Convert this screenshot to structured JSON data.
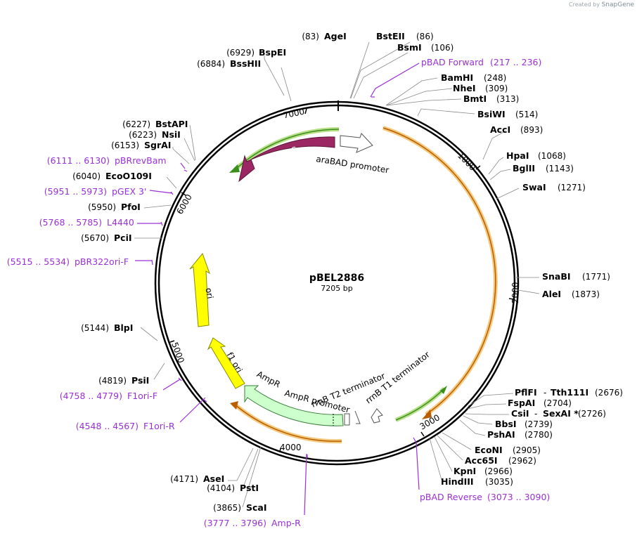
{
  "credit": {
    "prefix": "Created by",
    "brand": "SnapGene"
  },
  "plasmid": {
    "name": "pBEL2886",
    "size_label": "7205 bp",
    "length": 7205
  },
  "ring_ticks": [
    {
      "label": "1000",
      "bp": 1000
    },
    {
      "label": "2000",
      "bp": 2000
    },
    {
      "label": "3000",
      "bp": 3000
    },
    {
      "label": "4000",
      "bp": 4000
    },
    {
      "label": "5000",
      "bp": 5000
    },
    {
      "label": "6000",
      "bp": 6000
    },
    {
      "label": "7000",
      "bp": 7000
    }
  ],
  "features": [
    {
      "name": "araC",
      "type": "cds",
      "color": "#9b2862"
    },
    {
      "name": "araBAD promoter",
      "type": "promoter",
      "color": "#ffffff"
    },
    {
      "name": "ori",
      "type": "rep_origin",
      "color": "#ffff00"
    },
    {
      "name": "f1 ori",
      "type": "rep_origin",
      "color": "#ffff00"
    },
    {
      "name": "AmpR",
      "type": "cds",
      "color": "#ccffcc"
    },
    {
      "name": "AmpR promoter",
      "type": "promoter",
      "color": "#ffffff"
    },
    {
      "name": "rrnB T2 terminator",
      "type": "terminator",
      "color": "#ffffff"
    },
    {
      "name": "rrnB T1 terminator",
      "type": "terminator",
      "color": "#ffffff"
    }
  ],
  "enzymes": [
    {
      "name": "AgeI",
      "pos": "(83)",
      "side": "left"
    },
    {
      "name": "BstEII",
      "pos": "(86)",
      "side": "right"
    },
    {
      "name": "BsmI",
      "pos": "(106)",
      "side": "right"
    },
    {
      "name": "BspEI",
      "pos": "(6929)",
      "side": "left"
    },
    {
      "name": "BssHII",
      "pos": "(6884)",
      "side": "left"
    },
    {
      "name": "BamHI",
      "pos": "(248)",
      "side": "right"
    },
    {
      "name": "NheI",
      "pos": "(309)",
      "side": "right"
    },
    {
      "name": "BmtI",
      "pos": "(313)",
      "side": "right"
    },
    {
      "name": "BsiWI",
      "pos": "(514)",
      "side": "right"
    },
    {
      "name": "AccI",
      "pos": "(893)",
      "side": "right"
    },
    {
      "name": "HpaI",
      "pos": "(1068)",
      "side": "right"
    },
    {
      "name": "BglII",
      "pos": "(1143)",
      "side": "right"
    },
    {
      "name": "SwaI",
      "pos": "(1271)",
      "side": "right"
    },
    {
      "name": "SnaBI",
      "pos": "(1771)",
      "side": "right"
    },
    {
      "name": "AleI",
      "pos": "(1873)",
      "side": "right"
    },
    {
      "name": "PflFI",
      "name2": "Tth111I",
      "pos": "(2676)",
      "side": "right"
    },
    {
      "name": "FspAI",
      "pos": "(2704)",
      "side": "right"
    },
    {
      "name": "CsiI",
      "name2": "SexAI *",
      "pos": "(2726)",
      "side": "right"
    },
    {
      "name": "BbsI",
      "pos": "(2739)",
      "side": "right"
    },
    {
      "name": "PshAI",
      "pos": "(2780)",
      "side": "right"
    },
    {
      "name": "EcoNI",
      "pos": "(2905)",
      "side": "right"
    },
    {
      "name": "Acc65I",
      "pos": "(2962)",
      "side": "right"
    },
    {
      "name": "KpnI",
      "pos": "(2966)",
      "side": "right"
    },
    {
      "name": "HindIII",
      "pos": "(3035)",
      "side": "right"
    },
    {
      "name": "ScaI",
      "pos": "(3865)",
      "side": "left"
    },
    {
      "name": "PstI",
      "pos": "(4104)",
      "side": "left"
    },
    {
      "name": "AseI",
      "pos": "(4171)",
      "side": "left"
    },
    {
      "name": "PsiI",
      "pos": "(4819)",
      "side": "left"
    },
    {
      "name": "BlpI",
      "pos": "(5144)",
      "side": "left"
    },
    {
      "name": "PciI",
      "pos": "(5670)",
      "side": "left"
    },
    {
      "name": "PfoI",
      "pos": "(5950)",
      "side": "left"
    },
    {
      "name": "EcoO109I",
      "pos": "(6040)",
      "side": "left"
    },
    {
      "name": "SgrAI",
      "pos": "(6153)",
      "side": "left"
    },
    {
      "name": "NsiI",
      "pos": "(6223)",
      "side": "left"
    },
    {
      "name": "BstAPI",
      "pos": "(6227)",
      "side": "left"
    }
  ],
  "primers": [
    {
      "name": "pBAD Forward",
      "range": "(217 .. 236)",
      "side": "right"
    },
    {
      "name": "pBAD Reverse",
      "range": "(3073 .. 3090)",
      "side": "right"
    },
    {
      "name": "Amp-R",
      "range": "(3777 .. 3796)",
      "side": "left"
    },
    {
      "name": "F1ori-R",
      "range": "(4548 .. 4567)",
      "side": "left"
    },
    {
      "name": "F1ori-F",
      "range": "(4758 .. 4779)",
      "side": "left"
    },
    {
      "name": "pBR322ori-F",
      "range": "(5515 .. 5534)",
      "side": "left"
    },
    {
      "name": "L4440",
      "range": "(5768 .. 5785)",
      "side": "left"
    },
    {
      "name": "pGEX 3'",
      "range": "(5951 .. 5973)",
      "side": "left"
    },
    {
      "name": "pBRrevBam",
      "range": "(6111 .. 6130)",
      "side": "left"
    }
  ]
}
